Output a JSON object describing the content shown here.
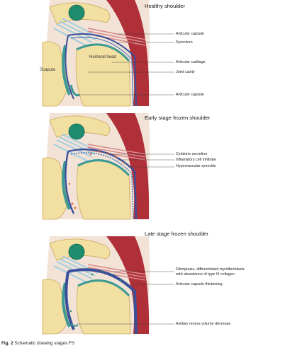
{
  "panels": [
    {
      "title": "Healthy shoulder",
      "stage": "healthy",
      "anatomy": [
        "Humeral head",
        "Scapula"
      ],
      "labels": [
        "Articular capsule",
        "Synovium",
        "Articular cartilage",
        "Joint cavity",
        "Articular capsule"
      ]
    },
    {
      "title": "Early stage frozen shoulder",
      "stage": "early",
      "labels": [
        "Cytokine secretion",
        "Inflamatory cell infiltrate",
        "Hypervascular synovitis"
      ]
    },
    {
      "title": "Late stage frozen shoulder",
      "stage": "late",
      "labels": [
        "Fibroplasia, differentiated myofibroblasts",
        "with abundance of type III collagen",
        "Articular capsule thickening",
        "Axillary recess volume decrease"
      ]
    }
  ],
  "caption": {
    "prefix": "Fig. 2",
    "text": " Schematic drawing stages FS"
  },
  "colors": {
    "bone": "#f2dfa2",
    "bone_outline": "#c9a85a",
    "muscle": "#b0303a",
    "muscle_light": "#d98a8c",
    "tendon": "#a9cfe0",
    "cartilage": "#3b9a93",
    "capsule": "#3a4f9a",
    "synovium": "#4b78b8",
    "bursa": "#1f8c6e",
    "background_skin": "#f3e3d6"
  }
}
